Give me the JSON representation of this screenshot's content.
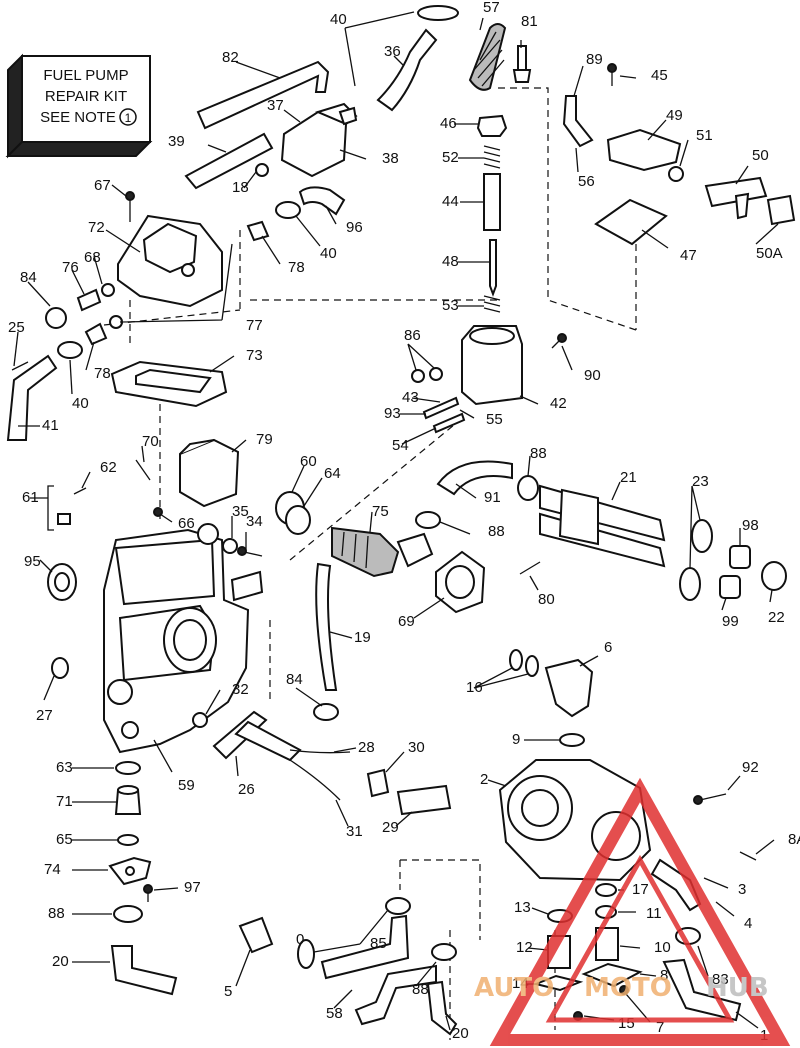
{
  "note": {
    "line1": "FUEL PUMP",
    "line2": "REPAIR KIT",
    "line3": "SEE NOTE",
    "note_number": "1"
  },
  "watermark": {
    "brand_a": "AUTO",
    "brand_b": "MOTO",
    "brand_c": "HUB",
    "accent_color": "#e03030",
    "text_color": "#f0b070"
  },
  "callouts": [
    "40",
    "57",
    "81",
    "82",
    "36",
    "89",
    "45",
    "37",
    "46",
    "49",
    "51",
    "39",
    "38",
    "52",
    "50",
    "67",
    "18",
    "56",
    "44",
    "96",
    "72",
    "40",
    "78",
    "47",
    "50A",
    "76",
    "68",
    "84",
    "48",
    "25",
    "77",
    "53",
    "78",
    "73",
    "86",
    "90",
    "43",
    "40",
    "93",
    "42",
    "41",
    "79",
    "54",
    "55",
    "70",
    "88",
    "62",
    "60",
    "64",
    "21",
    "23",
    "61",
    "75",
    "66",
    "35",
    "34",
    "91",
    "88",
    "98",
    "95",
    "69",
    "80",
    "22",
    "99",
    "19",
    "6",
    "16",
    "84",
    "27",
    "32",
    "28",
    "30",
    "9",
    "59",
    "63",
    "2",
    "92",
    "26",
    "71",
    "31",
    "29",
    "65",
    "8A",
    "17",
    "74",
    "97",
    "3",
    "13",
    "11",
    "88",
    "85",
    "12",
    "10",
    "4",
    "5",
    "83",
    "14",
    "8",
    "20",
    "88",
    "58",
    "7",
    "15",
    "20",
    "1",
    "0"
  ]
}
